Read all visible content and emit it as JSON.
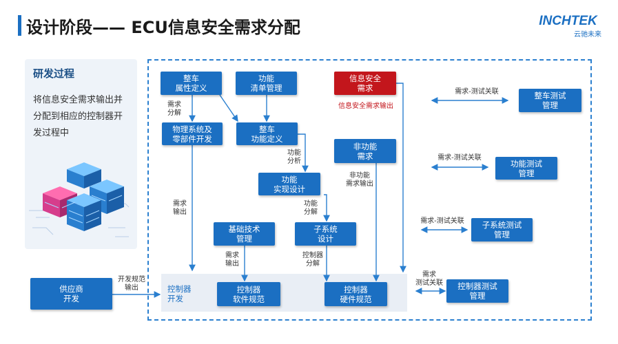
{
  "title": "设计阶段—— ECU信息安全需求分配",
  "logo": {
    "main": "INCHTEK",
    "sub": "云驰未来"
  },
  "side": {
    "title": "研发过程",
    "text": "将信息安全需求输出并分配到相应的控制器开发过程中"
  },
  "boxes": {
    "vehicle_attr": "整车\n属性定义",
    "func_list": "功能\n清单管理",
    "info_sec_req": "信息安全\n需求",
    "physical_sys": "物理系统及\n零部件开发",
    "vehicle_func": "整车\n功能定义",
    "nonfunc_req": "非功能\n需求",
    "func_impl": "功能\n实现设计",
    "base_tech": "基础技术\n管理",
    "subsystem": "子系统\n设计",
    "supplier": "供应商\n开发",
    "ctrl_sw": "控制器\n软件规范",
    "ctrl_hw": "控制器\n硬件规范",
    "vehicle_test": "整车测试\n管理",
    "func_test": "功能测试\n管理",
    "subsys_test": "子系统测试\n管理",
    "ctrl_test": "控制器测试\n管理"
  },
  "labels": {
    "req_decomp": "需求\n分解",
    "info_sec_output": "信息安全需求输出",
    "func_analysis": "功能\n分析",
    "nonfunc_output": "非功能\n需求输出",
    "req_output": "需求\n输出",
    "func_decomp": "功能\n分解",
    "req_output2": "需求\n输出",
    "ctrl_decomp": "控制器\n分解",
    "dev_spec_output": "开发规范\n输出",
    "ctrl_dev": "控制器\n开发",
    "link1": "需求-测试关联",
    "link2": "需求-测试关联",
    "link3": "需求-测试关联",
    "link4": "需求\n测试关联"
  },
  "colors": {
    "accent": "#1b6fc2",
    "alert": "#c3161c",
    "frame": "#2a7fcf"
  }
}
